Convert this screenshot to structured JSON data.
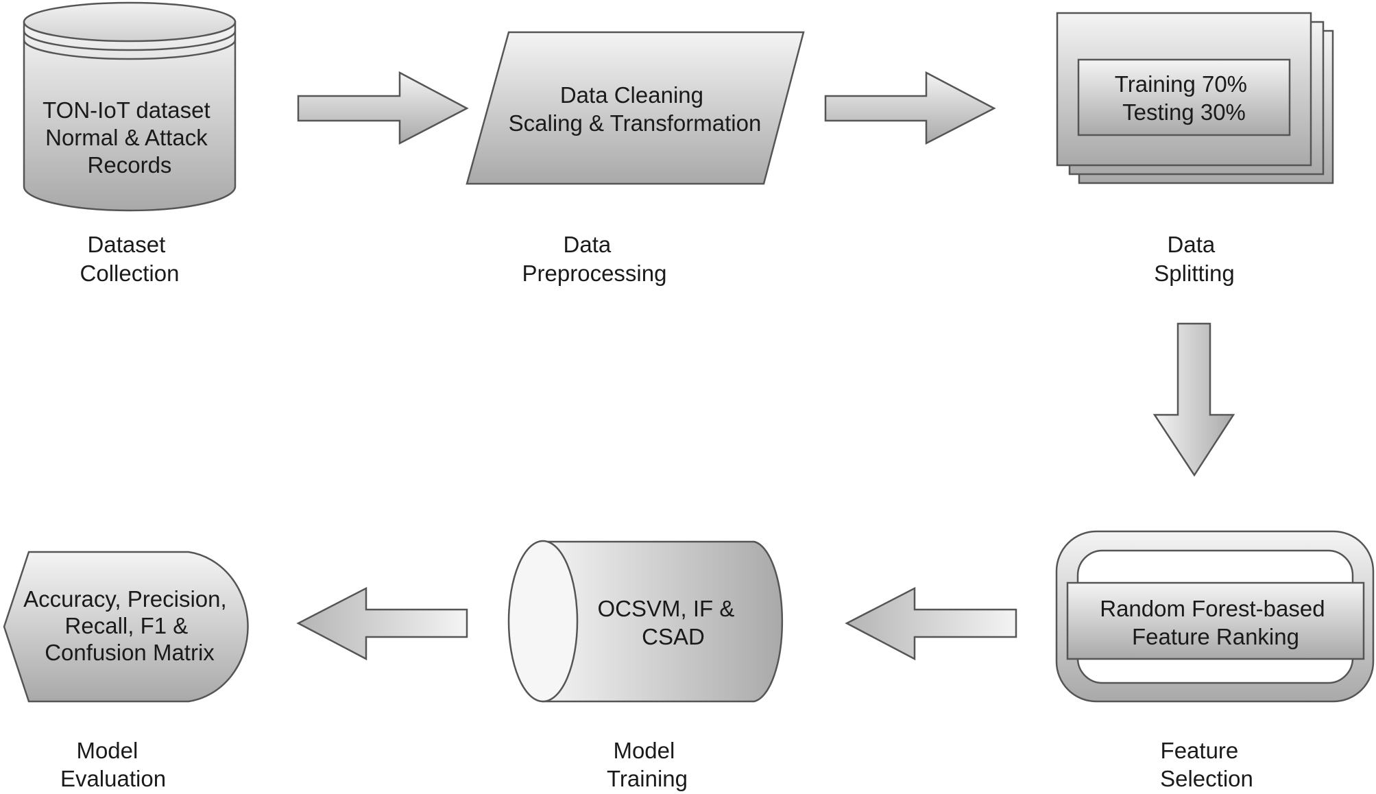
{
  "stages": {
    "dataset_collection": {
      "shape_lines": [
        "TON-IoT dataset",
        "Normal & Attack",
        "Records"
      ],
      "caption_lines": [
        "Dataset",
        "Collection"
      ]
    },
    "data_preprocessing": {
      "shape_lines": [
        "Data Cleaning",
        "Scaling & Transformation"
      ],
      "caption_lines": [
        "Data",
        "Preprocessing"
      ]
    },
    "data_splitting": {
      "shape_lines": [
        "Training 70%",
        "Testing 30%"
      ],
      "caption_lines": [
        "Data",
        "Splitting"
      ]
    },
    "feature_selection": {
      "shape_lines": [
        "Random Forest-based",
        "Feature Ranking"
      ],
      "caption_lines": [
        "Feature",
        "Selection"
      ]
    },
    "model_training": {
      "shape_lines": [
        "OCSVM, IF &",
        "CSAD"
      ],
      "caption_lines": [
        "Model",
        "Training"
      ]
    },
    "model_evaluation": {
      "shape_lines": [
        "Accuracy, Precision,",
        "Recall, F1 &",
        "Confusion Matrix"
      ],
      "caption_lines": [
        "Model",
        "Evaluation"
      ]
    }
  },
  "flow": [
    "dataset_collection",
    "data_preprocessing",
    "data_splitting",
    "feature_selection",
    "model_training",
    "model_evaluation"
  ]
}
